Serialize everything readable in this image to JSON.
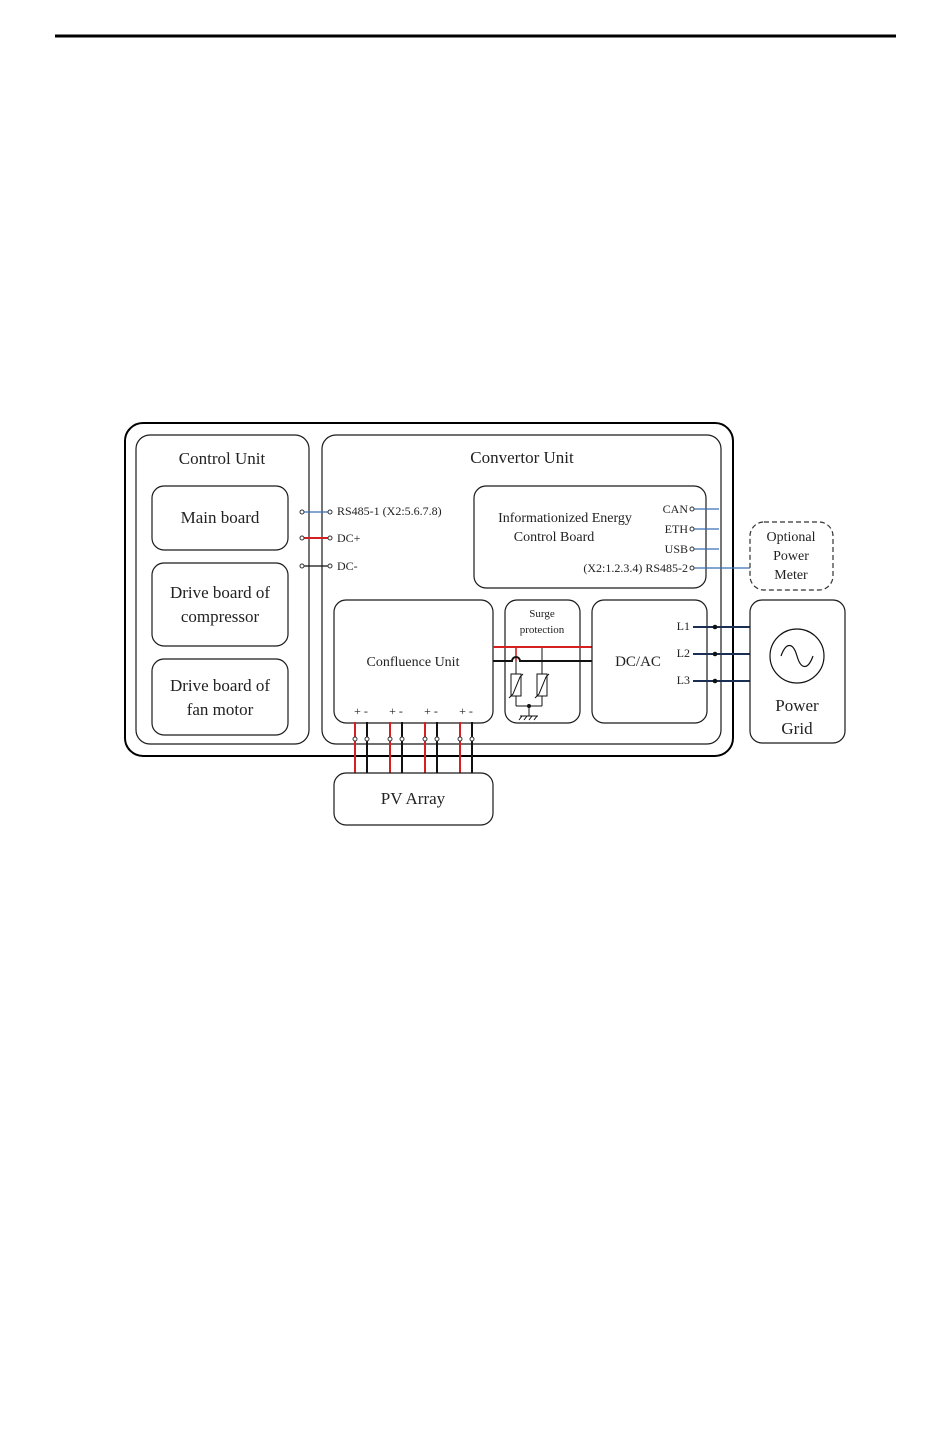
{
  "control_unit": {
    "title": "Control Unit",
    "main_board": "Main board",
    "drive_compressor": [
      "Drive board of",
      "compressor"
    ],
    "drive_fan": [
      "Drive board of",
      "fan motor"
    ]
  },
  "convertor_unit": {
    "title": "Convertor Unit",
    "connections": {
      "rs485_1": "RS485-1 (X2:5.6.7.8)",
      "dc_plus": "DC+",
      "dc_minus": "DC-"
    },
    "energy_board": {
      "title": [
        "Informationized Energy",
        "Control Board"
      ],
      "ports": [
        "CAN",
        "ETH",
        "USB"
      ],
      "rs485_2": "(X2:1.2.3.4)  RS485-2"
    },
    "confluence": "Confluence Unit",
    "surge": [
      "Surge",
      "protection"
    ],
    "dcac": "DC/AC",
    "phases": [
      "L1",
      "L2",
      "L3"
    ],
    "pv_polarity": "+ -"
  },
  "power_meter": [
    "Optional",
    "Power",
    "Meter"
  ],
  "power_grid": [
    "Power",
    "Grid"
  ],
  "pv_array": "PV Array",
  "colors": {
    "dc_positive": "#d42020",
    "dc_negative": "#111111",
    "signal": "#3a6fb5",
    "ac_line": "#1b2f55"
  }
}
